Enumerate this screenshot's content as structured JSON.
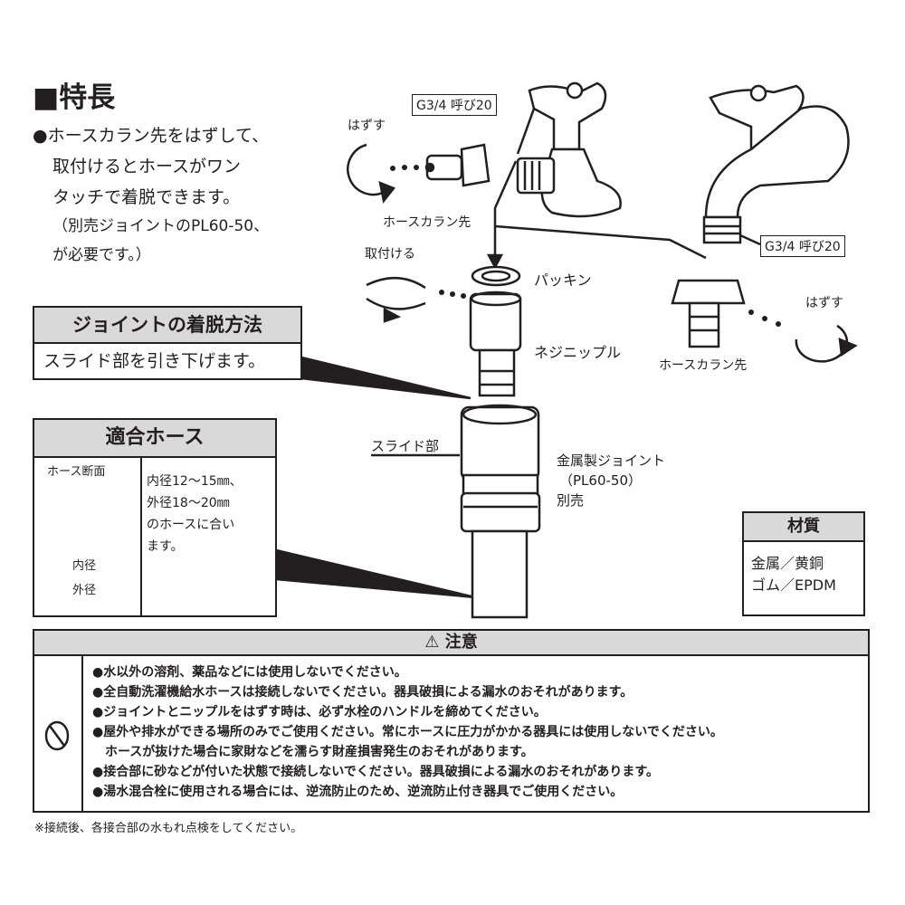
{
  "title": "■特長",
  "features": {
    "line1": "●ホースカラン先をはずして、",
    "line2": "取付けるとホースがワン",
    "line3": "タッチで着脱できます。",
    "line4": "（別売ジョイントのPL60-50、",
    "line5": "が必要です。）"
  },
  "diagram": {
    "remove_left": "はずす",
    "thread_top": "G3/4 呼び20",
    "hose_tip_left": "ホースカラン先",
    "attach": "取付ける",
    "packing": "パッキン",
    "nipple": "ネジニップル",
    "hose_tip_right": "ホースカラン先",
    "remove_right": "はずす",
    "thread_right": "G3/4 呼び20",
    "slide": "スライド部",
    "joint1": "金属製ジョイント",
    "joint2": "（PL60-50）",
    "joint3": "別売"
  },
  "howto": {
    "header": "ジョイントの着脱方法",
    "text": "スライド部を引き下げます。"
  },
  "hose": {
    "header": "適合ホース",
    "section": "ホース断面",
    "inner": "内径",
    "outer": "外径",
    "text1": "内径12～15㎜、",
    "text2": "外径18～20㎜",
    "text3": "のホースに合い",
    "text4": "ます。"
  },
  "material": {
    "header": "材質",
    "line1": "金属／黄銅",
    "line2": "ゴム／EPDM"
  },
  "caution": {
    "header": "注意",
    "items": [
      "●水以外の溶剤、薬品などには使用しないでください。",
      "●全自動洗濯機給水ホースは接続しないでください。器具破損による漏水のおそれがあります。",
      "●ジョイントとニップルをはずす時は、必ず水栓のハンドルを締めてください。",
      "●屋外や排水ができる場所のみでご使用ください。常にホースに圧力がかかる器具には使用しないでください。",
      "　ホースが抜けた場合に家財などを濡らす財産損害発生のおそれがあります。",
      "●接合部に砂などが付いた状態で接続しないでください。器具破損による漏水のおそれがあります。",
      "●湯水混合栓に使用される場合には、逆流防止のため、逆流防止付き器具でご使用ください。"
    ]
  },
  "footnote": "※接続後、各接合部の水もれ点検をしてください。"
}
